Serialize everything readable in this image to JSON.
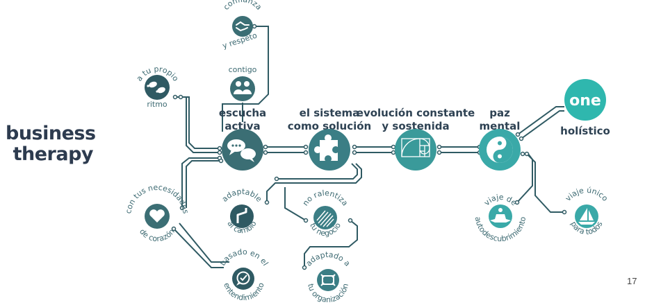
{
  "brand": {
    "line1": "business",
    "line2": "therapy"
  },
  "page_number": "17",
  "colors": {
    "dark_teal": "#2f5a63",
    "mid_teal": "#3b7e85",
    "light_teal": "#3aa9a8",
    "bright_teal": "#2fb7ae",
    "navy_text": "#2d3b4f"
  },
  "stages": {
    "escucha": {
      "line1": "escucha",
      "line2": "activa",
      "icon": "speech-bubbles-icon"
    },
    "sistema": {
      "line1": "el sistema",
      "line2": "como solución",
      "icon": "puzzle-icon"
    },
    "evolucion": {
      "line1": "evolución constante",
      "line2": "y sostenida",
      "icon": "golden-spiral-icon"
    },
    "paz": {
      "line1": "paz",
      "line2": "mental",
      "icon": "yin-yang-icon"
    },
    "one": {
      "badge": "one",
      "label": "holístico"
    }
  },
  "nodes": {
    "confianza": {
      "line1": "confianza",
      "line2": "y respeto",
      "icon": "handshake-icon"
    },
    "contigo": {
      "label": "contigo",
      "icon": "people-icon"
    },
    "ritmo": {
      "line1": "a tu propio",
      "line2": "ritmo",
      "icon": "footprints-icon"
    },
    "necesidades": {
      "line1": "con tus necesidades",
      "line2": "de corazón",
      "icon": "heart-icon"
    },
    "entendimiento": {
      "line1": "basado en el",
      "line2": "entendimiento",
      "icon": "chat-check-icon"
    },
    "adaptable": {
      "line1": "adaptable",
      "line2": "al cambio",
      "icon": "zigzag-icon"
    },
    "ralentiza": {
      "line1": "no ralentiza",
      "line2": "tu negocio",
      "icon": "stripes-icon"
    },
    "adaptado": {
      "line1": "adaptado a",
      "line2": "tu organización",
      "icon": "frame-icon"
    },
    "viaje_auto": {
      "line1": "viaje de",
      "line2": "autodescubrimiento",
      "icon": "meditation-icon"
    },
    "viaje_unico": {
      "line1": "viaje único",
      "line2": "para todos",
      "icon": "sailboat-icon"
    }
  }
}
